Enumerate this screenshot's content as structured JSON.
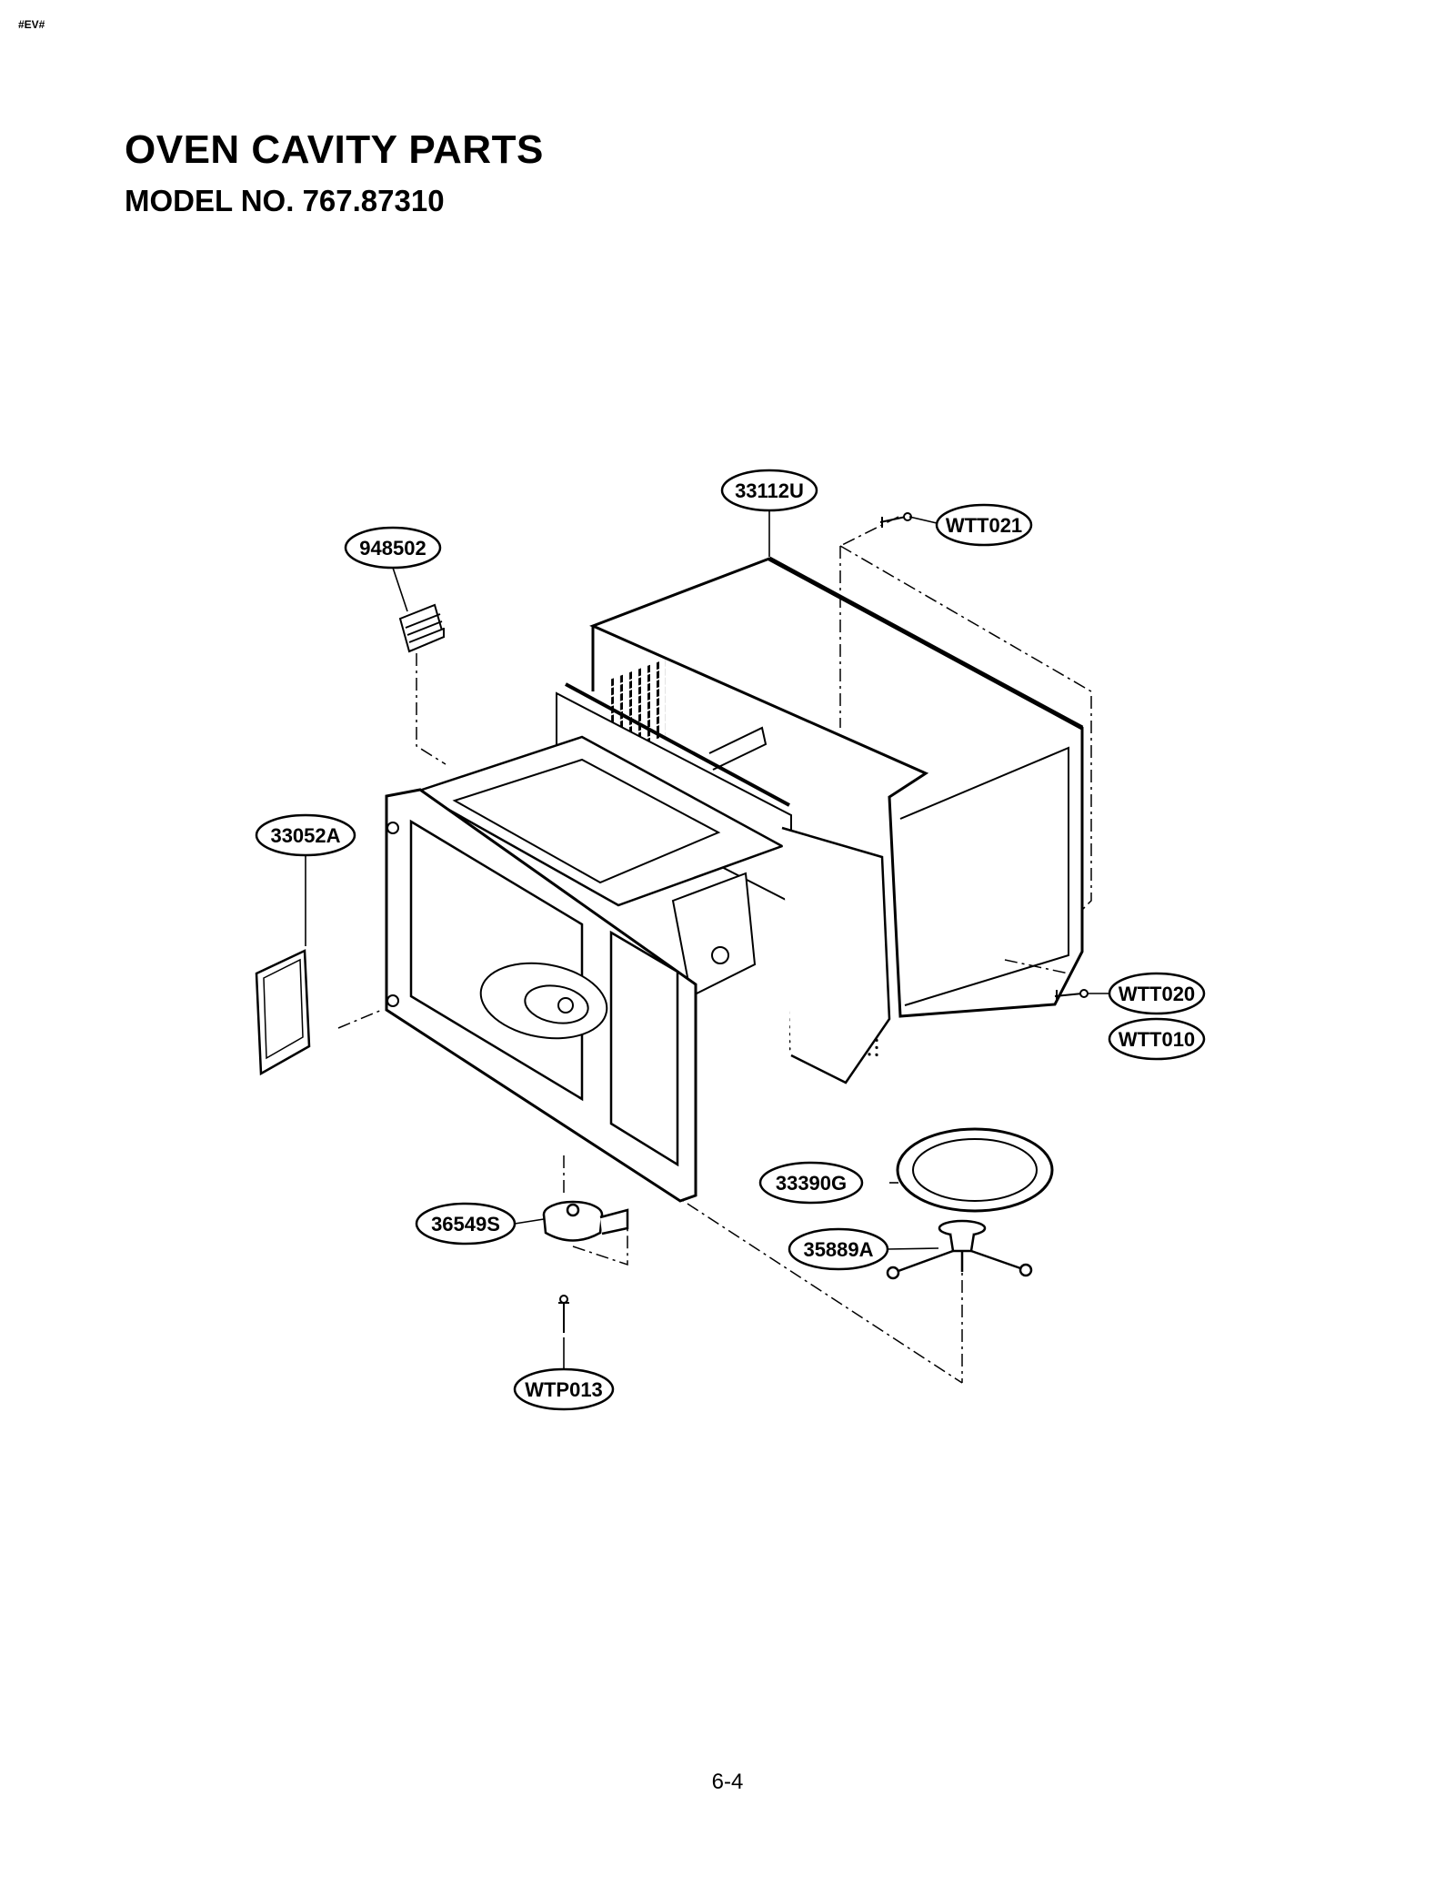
{
  "header": {
    "corner_tag": "#EV#",
    "title": "OVEN CAVITY PARTS",
    "subtitle": "MODEL NO. 767.87310"
  },
  "callouts": {
    "c33112U": "33112U",
    "cWTT021": "WTT021",
    "c948502": "948502",
    "c33052A": "33052A",
    "cWTT020": "WTT020",
    "cWTT010": "WTT010",
    "c33390G": "33390G",
    "c36549S": "36549S",
    "c35889A": "35889A",
    "cWTP013": "WTP013"
  },
  "footer": {
    "page_number": "6-4"
  }
}
